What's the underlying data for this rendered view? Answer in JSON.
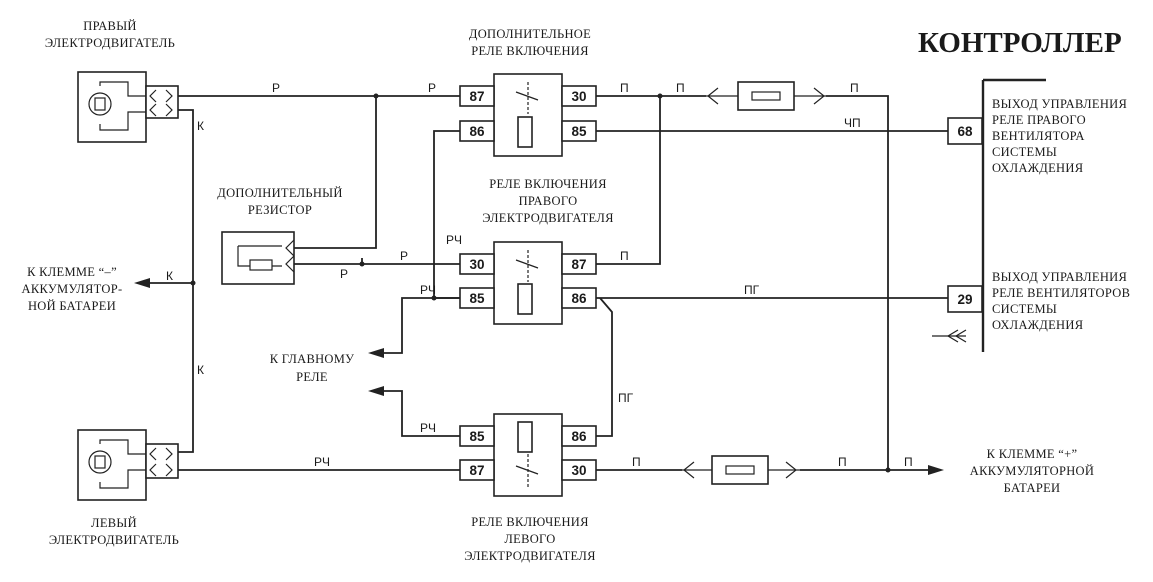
{
  "title": "КОНТРОЛЛЕР",
  "captions": {
    "right_motor": [
      "ПРАВЫЙ",
      "ЭЛЕКТРОДВИГАТЕЛЬ"
    ],
    "left_motor": [
      "ЛЕВЫЙ",
      "ЭЛЕКТРОДВИГАТЕЛЬ"
    ],
    "add_relay": [
      "ДОПОЛНИТЕЛЬНОЕ",
      "РЕЛЕ ВКЛЮЧЕНИЯ"
    ],
    "right_relay": [
      "РЕЛЕ ВКЛЮЧЕНИЯ",
      "ПРАВОГО",
      "ЭЛЕКТРОДВИГАТЕЛЯ"
    ],
    "left_relay": [
      "РЕЛЕ ВКЛЮЧЕНИЯ",
      "ЛЕВОГО",
      "ЭЛЕКТРОДВИГАТЕЛЯ"
    ],
    "resistor": [
      "ДОПОЛНИТЕЛЬНЫЙ",
      "РЕЗИСТОР"
    ],
    "battery_minus": [
      "К КЛЕММЕ “–”",
      "АККУМУЛЯТОР-",
      "НОЙ БАТАРЕИ"
    ],
    "battery_plus": [
      "К КЛЕММЕ “+”",
      "АККУМУЛЯТОРНОЙ",
      "БАТАРЕИ"
    ],
    "main_relay": [
      "К ГЛАВНОМУ",
      "РЕЛЕ"
    ],
    "out_68": [
      "ВЫХОД УПРАВЛЕНИЯ",
      "РЕЛЕ ПРАВОГО",
      "ВЕНТИЛЯТОРА",
      "СИСТЕМЫ",
      "ОХЛАЖДЕНИЯ"
    ],
    "out_29": [
      "ВЫХОД УПРАВЛЕНИЯ",
      "РЕЛЕ ВЕНТИЛЯТОРОВ",
      "СИСТЕМЫ",
      "ОХЛАЖДЕНИЯ"
    ]
  },
  "pins": {
    "add_relay": [
      "87",
      "86",
      "30",
      "85"
    ],
    "right_relay": [
      "30",
      "85",
      "87",
      "86"
    ],
    "left_relay": [
      "85",
      "87",
      "86",
      "30"
    ],
    "controller": [
      "68",
      "29"
    ]
  },
  "wire_colors": {
    "r1": "Р",
    "r2": "Р",
    "r3": "Р",
    "r4": "Р",
    "k1": "К",
    "k2": "К",
    "k3": "К",
    "p1": "П",
    "p2": "П",
    "p3": "П",
    "p4": "П",
    "p5": "П",
    "p6": "П",
    "p7": "П",
    "chp": "ЧП",
    "rch1": "РЧ",
    "rch2": "РЧ",
    "rch3": "РЧ",
    "rch4": "РЧ",
    "pg1": "ПГ",
    "pg2": "ПГ"
  }
}
